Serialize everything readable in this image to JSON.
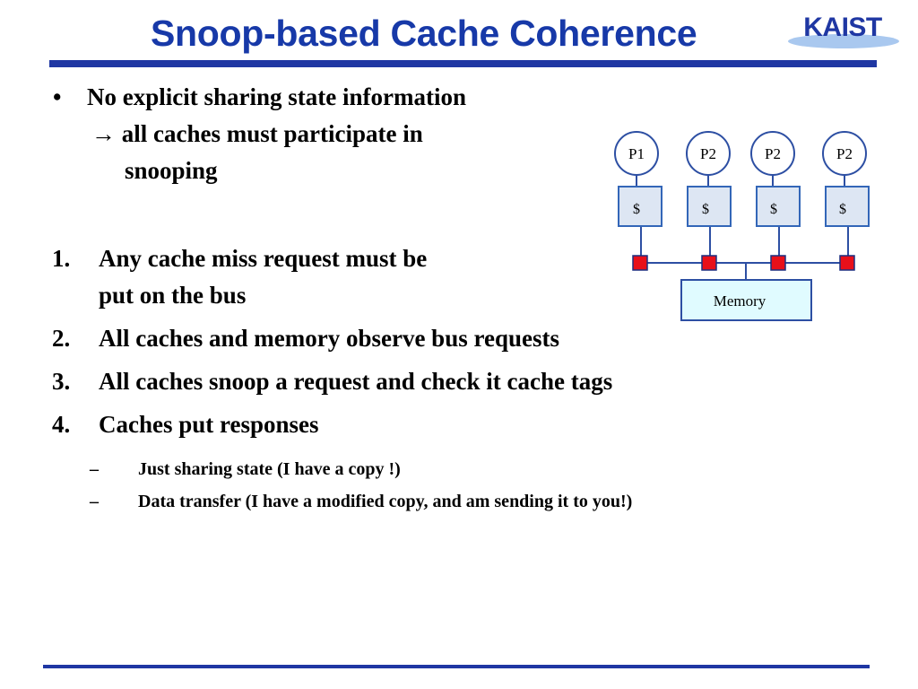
{
  "slide": {
    "title": "Snoop-based Cache Coherence",
    "logo_text": "KAIST"
  },
  "bullets": {
    "marker": "•",
    "line1": "No explicit sharing state information",
    "arrow": "→",
    "line2": "all caches must participate in",
    "line3": "snooping"
  },
  "steps": [
    {
      "num": "1.",
      "lines": [
        "Any cache miss request must be",
        "put on the bus"
      ]
    },
    {
      "num": "2.",
      "text": "All caches and memory observe bus requests"
    },
    {
      "num": "3.",
      "text": "All caches snoop a request and check it cache tags"
    },
    {
      "num": "4.",
      "text": "Caches put responses"
    }
  ],
  "sub_steps": {
    "marker": "–",
    "items": [
      "Just sharing state (I have a copy !)",
      "Data transfer (I have a modified copy, and am sending it to you!)"
    ]
  },
  "diagram": {
    "processors": [
      "P1",
      "P2",
      "P2",
      "P2"
    ],
    "caches": [
      "$",
      "$",
      "$",
      "$"
    ],
    "memory_label": "Memory",
    "colors": {
      "cache_fill": "#dde6f3",
      "cache_stroke": "#3366b8",
      "snoop_node": "#e8101a",
      "memory_fill": "#e0fbff",
      "processor_stroke": "#2d4fa3"
    }
  }
}
